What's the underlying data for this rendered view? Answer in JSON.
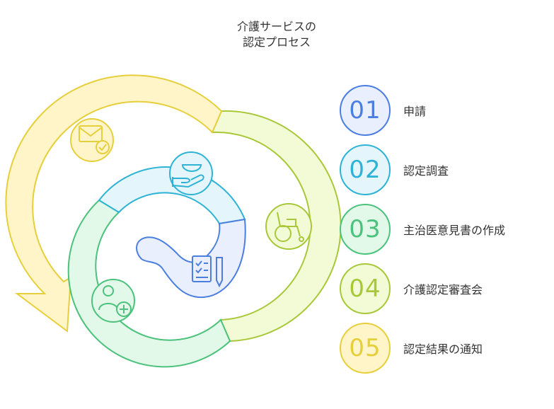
{
  "title": {
    "line1": "介護サービスの",
    "line2": "認定プロセス"
  },
  "colors": {
    "yellow": "#fff5c8",
    "yellow_stroke": "#e6cf3c",
    "lime": "#f3fbd6",
    "lime_stroke": "#a8c83a",
    "green": "#e2f9ea",
    "green_stroke": "#4cc27c",
    "cyan": "#e4f6fb",
    "cyan_stroke": "#2eb3d6",
    "blue": "#e9effc",
    "blue_stroke": "#4a7fe0"
  },
  "icons": [
    "envelope-check-icon",
    "wheelchair-icon",
    "person-medical-icon",
    "hand-bowl-icon",
    "checklist-pen-icon"
  ],
  "steps": [
    {
      "number": "01",
      "label": "申請",
      "color": "#4a7fe0",
      "fill": "#e9effc"
    },
    {
      "number": "02",
      "label": "認定調査",
      "color": "#2eb3d6",
      "fill": "#e4f6fb"
    },
    {
      "number": "03",
      "label": "主治医意見書の作成",
      "color": "#4cc27c",
      "fill": "#e2f9ea"
    },
    {
      "number": "04",
      "label": "介護認定審査会",
      "color": "#a8c83a",
      "fill": "#f3fbd6"
    },
    {
      "number": "05",
      "label": "認定結果の通知",
      "color": "#e6cf3c",
      "fill": "#fff5c8"
    }
  ]
}
